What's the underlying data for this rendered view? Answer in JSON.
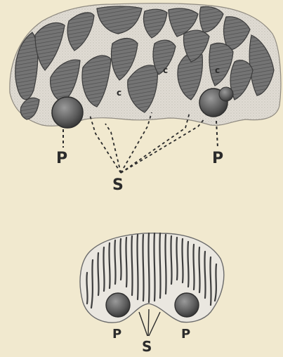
{
  "upper_figure": {
    "labels": {
      "p_left": "P",
      "p_right": "P",
      "s": "S",
      "c_1": "c",
      "c_2": "c",
      "c_3": "c"
    }
  },
  "lower_figure": {
    "labels": {
      "p_left": "P",
      "p_right": "P",
      "s": "S"
    }
  },
  "colors": {
    "paper": "#f1e9cf",
    "tissue_light": "#dedad2",
    "cell_dark": "#6f6f6f",
    "ink": "#2b2b2b"
  }
}
